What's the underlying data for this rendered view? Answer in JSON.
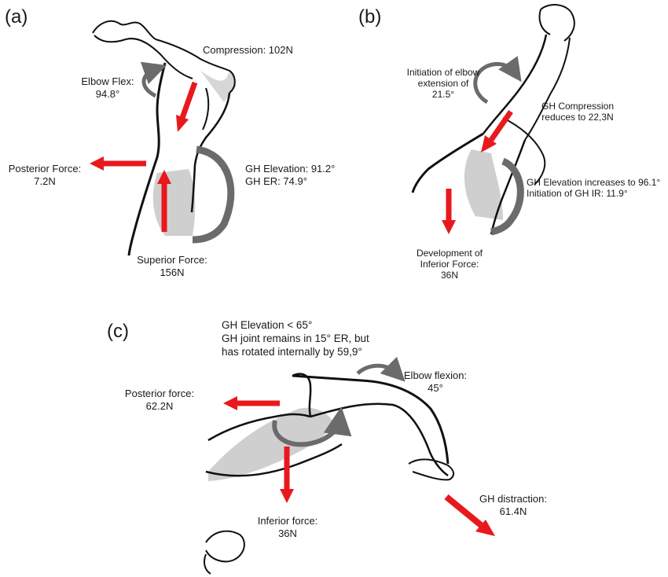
{
  "panels": {
    "a": {
      "label": "(a)",
      "compression": "Compression: 102N",
      "elbow_flex": [
        "Elbow Flex:",
        "94.8°"
      ],
      "posterior_force": [
        "Posterior Force:",
        "7.2N"
      ],
      "gh": [
        "GH Elevation: 91.2°",
        "GH ER: 74.9°"
      ],
      "superior_force": [
        "Superior Force:",
        "156N"
      ]
    },
    "b": {
      "label": "(b)",
      "elbow_extension": [
        "Initiation of elbow",
        "extension of",
        "21.5°"
      ],
      "gh_compression": [
        "GH Compression",
        "reduces to 22,3N"
      ],
      "gh_elevation": [
        "GH Elevation increases to 96.1°",
        "Initiation of GH IR: 11.9°"
      ],
      "inferior_force": [
        "Development of",
        "Inferior Force:",
        "36N"
      ]
    },
    "c": {
      "label": "(c)",
      "gh_notes": [
        "GH Elevation < 65°",
        "GH joint remains in 15° ER, but",
        "has rotated internally by 59,9°"
      ],
      "elbow_flexion": [
        "Elbow flexion:",
        "45°"
      ],
      "posterior_force": [
        "Posterior force:",
        "62.2N"
      ],
      "inferior_force": [
        "Inferior force:",
        "36N"
      ],
      "gh_distraction": [
        "GH distraction:",
        "61.4N"
      ]
    }
  },
  "colors": {
    "force_arrow": "#e8191d",
    "rotation_arrow": "#6b6b6b",
    "outline": "#111111",
    "shade": "#c8c8c8"
  }
}
